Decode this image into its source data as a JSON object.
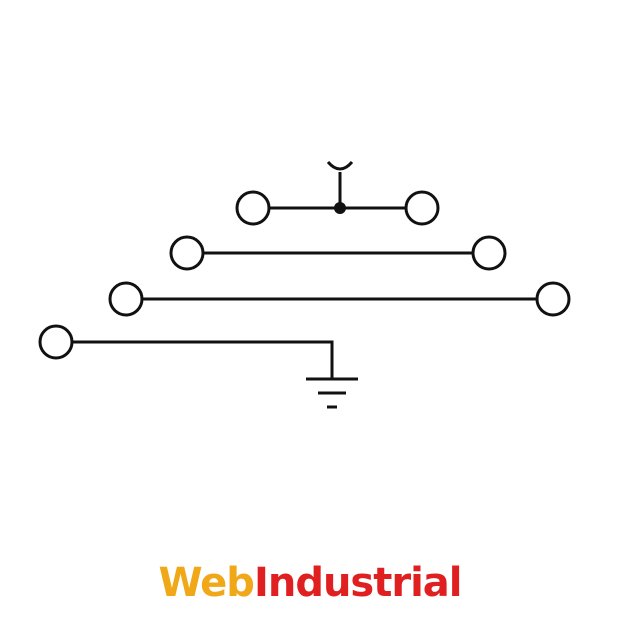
{
  "logo": {
    "part1": "Web",
    "part2": "Industrial",
    "colors": {
      "part1": "#f0a818",
      "part2": "#e02020"
    }
  },
  "diagram": {
    "symbol": "terminal-block-schematic",
    "levels": 4,
    "line_color": "#111111"
  }
}
